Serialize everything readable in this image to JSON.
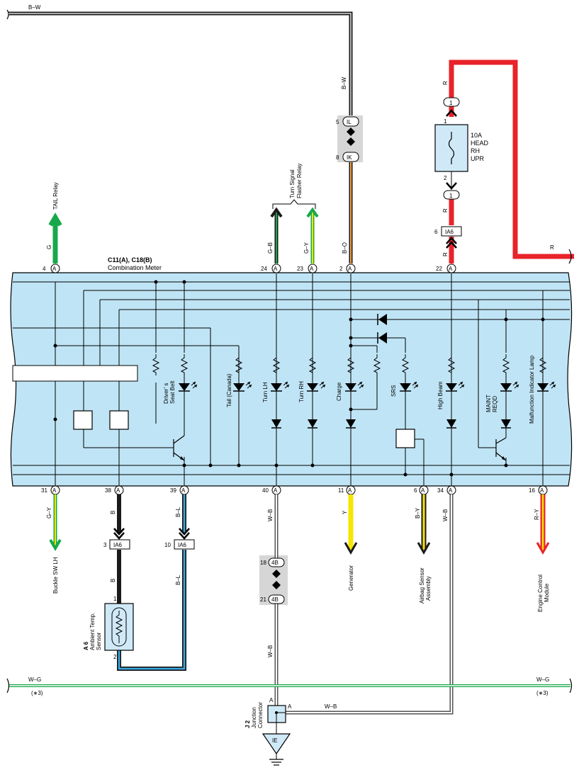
{
  "wires": {
    "top_bw": "B–W",
    "bw_vertical": "B–W",
    "r_top": "R",
    "r_mid": "R",
    "r_low": "R",
    "r_right": "R",
    "tail_g": "G",
    "turn_gb": "G–B",
    "turn_gy": "G–Y",
    "charge_bo": "B–O",
    "buckle_gy": "G–Y",
    "amb_b_upper": "B",
    "amb_b_lower": "B",
    "amb_bl_upper": "B–L",
    "amb_bl_lower": "B–L",
    "w_b_upper": "W–B",
    "w_b_lower": "W–B",
    "w_b_horizontal": "W–B",
    "gen_y": "Y",
    "airbag_by": "B–Y",
    "w_b_34": "W–B",
    "engine_ry": "R–Y",
    "wg_left": "W–G",
    "wg_right": "W–G",
    "wg_note_left": "(∗3)",
    "wg_note_right": "(∗3)"
  },
  "connectors": {
    "il": "IL",
    "il_pin": "5",
    "ik": "IK",
    "ik_pin": "8",
    "fuse_in_pin": "1",
    "fuse_in_num": "1",
    "fuse_out_pin": "2",
    "fuse_out_num": "1",
    "ia6_top": "IA6",
    "ia6_top_pin": "6",
    "ia6_b": "IA6",
    "ia6_b_pin": "3",
    "ia6_bl": "IA6",
    "ia6_bl_pin": "10",
    "c4b_top": "4B",
    "c4b_top_pin": "18",
    "c4b_bot": "4B",
    "c4b_bot_pin": "21",
    "a_letter": "A",
    "sensor_pin1": "1",
    "sensor_pin2": "2",
    "junction_a1": "A",
    "junction_a2": "A",
    "ground": "IE"
  },
  "fuse": {
    "rating": "10A",
    "l1": "HEAD",
    "l2": "RH",
    "l3": "UPR"
  },
  "meter": {
    "id": "C11(A), C18(B)",
    "name": "Combination Meter"
  },
  "pins_top": [
    "4",
    "24",
    "23",
    "2",
    "22"
  ],
  "pins_bottom": [
    "31",
    "38",
    "39",
    "40",
    "11",
    "6",
    "34",
    "16"
  ],
  "components": {
    "drivers_seat_belt_l1": "Driver’ s",
    "drivers_seat_belt_l2": "Seat Belt",
    "tail_canada": "Tail (Canada)",
    "turn_lh": "Turn LH",
    "turn_rh": "Turn RH",
    "charge": "Charge",
    "srs": "SRS",
    "high_beam": "High Beam",
    "maint_l1": "MAINT",
    "maint_l2": "REQD",
    "malfunction": "Malfunction Indicator Lamp"
  },
  "destinations": {
    "tail_relay": "TAIL Relay",
    "turn_signal_l1": "Turn Signal",
    "turn_signal_l2": "Flasher Relay",
    "buckle_sw": "Buckle SW LH",
    "generator": "Generator",
    "airbag_l1": "Airbag Sensor",
    "airbag_l2": "Assembly",
    "engine_l1": "Engine Control",
    "engine_l2": "Module",
    "ambient_id": "A 6",
    "ambient_l1": "Ambient Temp.",
    "ambient_l2": "Sensor",
    "junction_id": "J 2",
    "junction_l1": "Junction",
    "junction_l2": "Connector"
  },
  "colors": {
    "meter_fill": "#bfe4f5",
    "connector_fill": "#cfe9f7",
    "wire_red": "#e8232a",
    "wire_green": "#18a84b",
    "wire_yellow": "#f7e400",
    "wire_orange": "#f0a040",
    "wire_blue": "#39a9e0",
    "wire_black": "#1a1a1a",
    "gray_box": "#d6d6d6"
  }
}
